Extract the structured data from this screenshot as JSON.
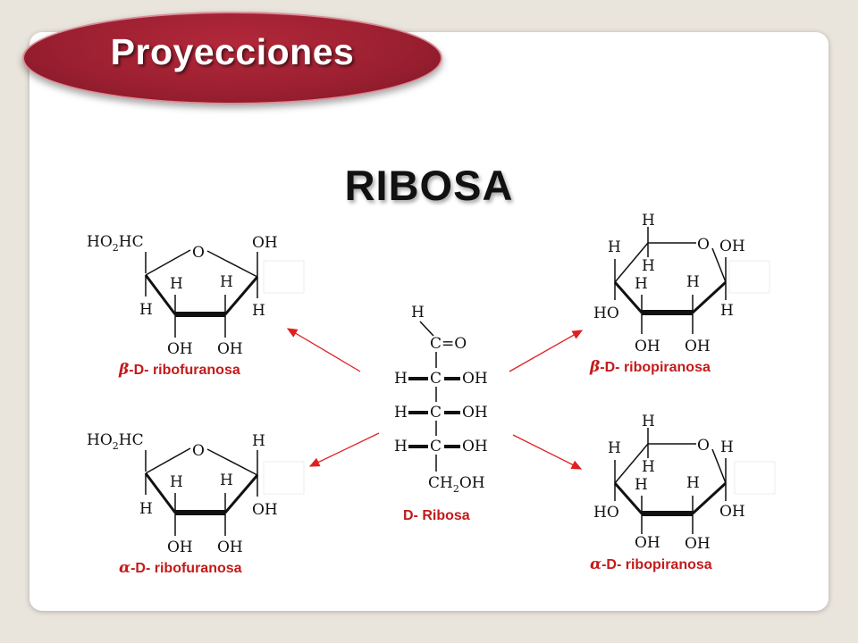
{
  "header": {
    "badge_title": "Proyecciones"
  },
  "title": "RIBOSA",
  "structures": {
    "beta_furanose": {
      "caption_greek": "β",
      "caption_text": "-D- ribofuranosa",
      "ho2hc": "HO",
      "ho2hc_sub": "2",
      "ho2hc_end": "HC",
      "labels": [
        "OH",
        "H",
        "H",
        "H",
        "H",
        "OH",
        "OH"
      ]
    },
    "alpha_furanose": {
      "caption_greek": "α",
      "caption_text": "-D- ribofuranosa",
      "ho2hc": "HO",
      "ho2hc_sub": "2",
      "ho2hc_end": "HC",
      "labels": [
        "H",
        "H",
        "H",
        "H",
        "OH",
        "OH",
        "OH"
      ]
    },
    "beta_pyranose": {
      "caption_greek": "β",
      "caption_text": "-D- ribopiranosa",
      "labels": [
        "H",
        "H",
        "OH",
        "H",
        "H",
        "H",
        "H",
        "HO",
        "OH",
        "OH"
      ]
    },
    "alpha_pyranose": {
      "caption_greek": "α",
      "caption_text": "-D- ribopiranosa",
      "labels": [
        "H",
        "H",
        "H",
        "H",
        "H",
        "H",
        "OH",
        "HO",
        "OH",
        "OH"
      ]
    },
    "fischer": {
      "caption": "D- Ribosa",
      "top_h": "H",
      "aldehyde": "C=O",
      "rows": [
        {
          "left": "H",
          "c": "C",
          "right": "OH"
        },
        {
          "left": "H",
          "c": "C",
          "right": "OH"
        },
        {
          "left": "H",
          "c": "C",
          "right": "OH"
        }
      ],
      "bottom": "CH",
      "bottom_sub": "2",
      "bottom_end": "OH"
    }
  },
  "colors": {
    "badge": "#9a1f30",
    "caption": "#c41a1a",
    "arrow": "#e02020"
  }
}
